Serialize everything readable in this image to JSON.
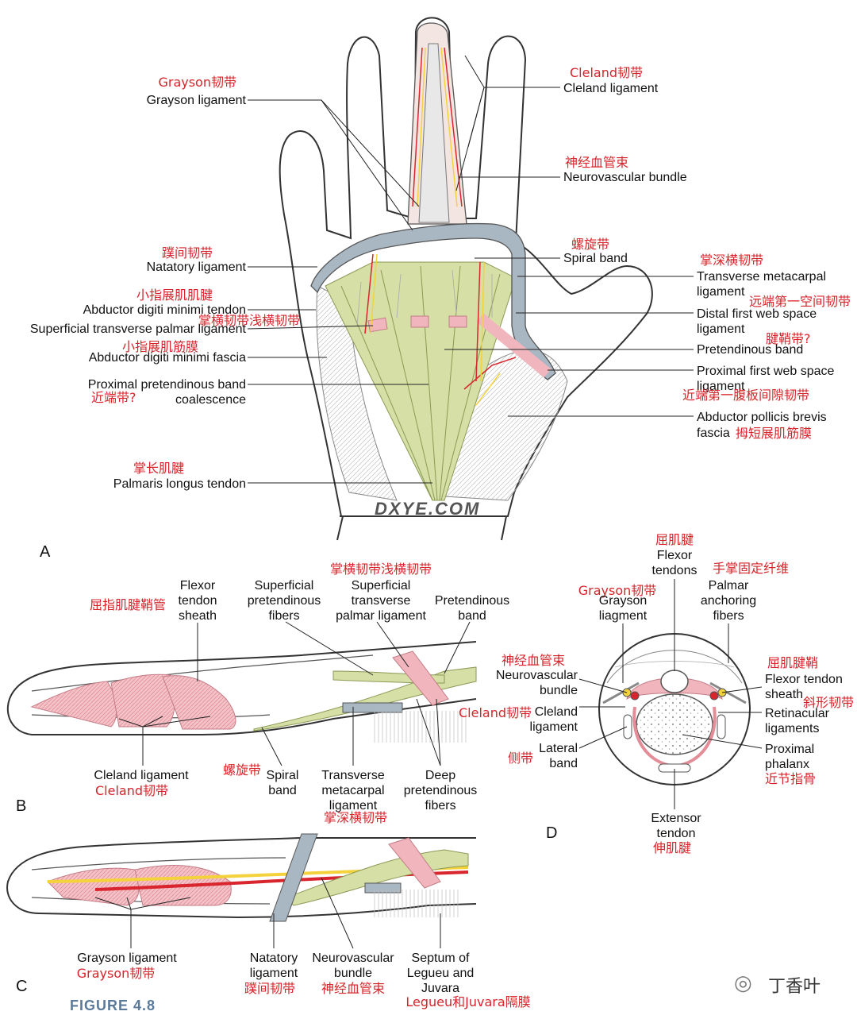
{
  "panel_letters": {
    "a": "A",
    "b": "B",
    "c": "C",
    "d": "D"
  },
  "caption": "FIGURE 4.8",
  "watermark": {
    "site": "DXYE.COM",
    "account": "丁香叶",
    "logo_icon": "wechat-icon"
  },
  "colors": {
    "ligament_green": "#d6dfa6",
    "ligament_pink": "#f1b6bd",
    "band_gray": "#a9b7c3",
    "artery_red": "#d9262e",
    "nerve_yellow": "#f4d23c",
    "label_red": "#d8232a"
  },
  "panel_a": {
    "grayson": {
      "en": "Grayson ligament",
      "cn": "Grayson韧带"
    },
    "cleland": {
      "en": "Cleland ligament",
      "cn": "Cleland韧带"
    },
    "neurovascular": {
      "en": "Neurovascular bundle",
      "cn": "神经血管束"
    },
    "natatory": {
      "en": "Natatory ligament",
      "cn": "蹼间韧带"
    },
    "spiral": {
      "en": "Spiral band",
      "cn": "螺旋带"
    },
    "transverse_metacarpal": {
      "en1": "Transverse metacarpal",
      "en2": "ligament",
      "cn": "掌深横韧带"
    },
    "adm_tendon": {
      "en": "Abductor digiti minimi tendon",
      "cn": "小指展肌肌腱"
    },
    "distal_first_web": {
      "en1": "Distal first web space",
      "en2": "ligament",
      "cn": "远端第一空间韧带"
    },
    "stpl": {
      "en": "Superficial transverse palmar ligament",
      "cn": "掌横韧带浅横韧带"
    },
    "pretendinous": {
      "en": "Pretendinous band",
      "cn": "腱鞘带?"
    },
    "adm_fascia": {
      "en": "Abductor digiti minimi fascia",
      "cn": "小指展肌筋膜"
    },
    "proximal_first_web": {
      "en1": "Proximal first web space",
      "en2": "ligament",
      "cn": "近端第一腹板间隙韧带"
    },
    "proximal_pretendinous": {
      "en1": "Proximal pretendinous band",
      "en2": "coalescence",
      "cn": "近端带?"
    },
    "apb_fascia": {
      "en1": "Abductor pollicis brevis",
      "en2": "fascia",
      "cn": "拇短展肌筋膜"
    },
    "palmaris": {
      "en": "Palmaris longus tendon",
      "cn": "掌长肌腱"
    }
  },
  "panel_b": {
    "flexor_sheath": {
      "en1": "Flexor",
      "en2": "tendon",
      "en3": "sheath",
      "cn": "屈指肌腱鞘管"
    },
    "sup_pretendinous": {
      "en1": "Superficial",
      "en2": "pretendinous",
      "en3": "fibers"
    },
    "stpl": {
      "en1": "Superficial",
      "en2": "transverse",
      "en3": "palmar ligament",
      "cn": "掌横韧带浅横韧带"
    },
    "pretendinous": {
      "en1": "Pretendinous",
      "en2": "band"
    },
    "cleland_right": {
      "cn": "Cleland韧带"
    },
    "cleland": {
      "en": "Cleland ligament",
      "cn": "Cleland韧带"
    },
    "spiral": {
      "en1": "Spiral",
      "en2": "band",
      "cn": "螺旋带"
    },
    "tml": {
      "en1": "Transverse",
      "en2": "metacarpal",
      "en3": "ligament",
      "cn": "掌深横韧带"
    },
    "deep_pretendinous": {
      "en1": "Deep",
      "en2": "pretendinous",
      "en3": "fibers"
    }
  },
  "panel_c": {
    "grayson": {
      "en": "Grayson ligament",
      "cn": "Grayson韧带"
    },
    "natatory": {
      "en1": "Natatory",
      "en2": "ligament",
      "cn": "蹼间韧带"
    },
    "neurovascular": {
      "en1": "Neurovascular",
      "en2": "bundle",
      "cn": "神经血管束"
    },
    "septum": {
      "en1": "Septum of",
      "en2": "Legueu and",
      "en3": "Juvara",
      "cn": "Legueu和Juvara隔膜"
    }
  },
  "panel_d": {
    "flexor_tendons": {
      "en1": "Flexor",
      "en2": "tendons",
      "cn": "屈肌腱"
    },
    "anchoring": {
      "en1": "Palmar",
      "en2": "anchoring",
      "en3": "fibers",
      "cn": "手掌固定纤维"
    },
    "grayson": {
      "en1": "Grayson",
      "en2": "liagment",
      "cn": "Grayson韧带"
    },
    "nv_bundle": {
      "en1": "Neurovascular",
      "en2": "bundle",
      "cn": "神经血管束"
    },
    "flexor_sheath": {
      "en1": "Flexor tendon",
      "en2": "sheath",
      "cn": "屈肌腱鞘"
    },
    "oblique": {
      "cn": "斜形韧带"
    },
    "cleland": {
      "en1": "Cleland",
      "en2": "ligament"
    },
    "retinacular": {
      "en1": "Retinacular",
      "en2": "ligaments"
    },
    "lateral_band": {
      "en1": "Lateral",
      "en2": "band",
      "cn": "侧带"
    },
    "proximal_phalanx": {
      "en1": "Proximal",
      "en2": "phalanx",
      "cn": "近节指骨"
    },
    "extensor": {
      "en1": "Extensor",
      "en2": "tendon",
      "cn": "伸肌腱"
    }
  }
}
